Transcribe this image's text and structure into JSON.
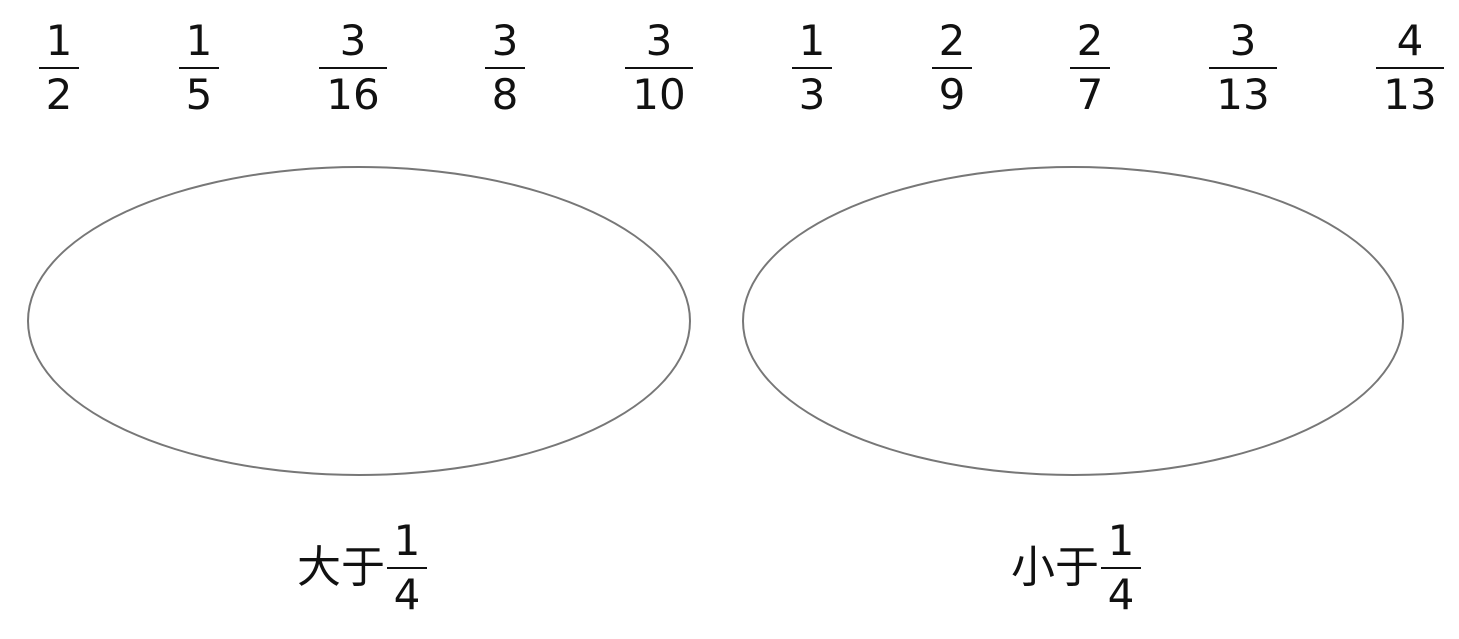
{
  "fractions": [
    {
      "numerator": "1",
      "denominator": "2"
    },
    {
      "numerator": "1",
      "denominator": "5"
    },
    {
      "numerator": "3",
      "denominator": "16"
    },
    {
      "numerator": "3",
      "denominator": "8"
    },
    {
      "numerator": "3",
      "denominator": "10"
    },
    {
      "numerator": "1",
      "denominator": "3"
    },
    {
      "numerator": "2",
      "denominator": "9"
    },
    {
      "numerator": "2",
      "denominator": "7"
    },
    {
      "numerator": "3",
      "denominator": "13"
    },
    {
      "numerator": "4",
      "denominator": "13"
    }
  ],
  "groups": {
    "greater": {
      "text": "大于",
      "numerator": "1",
      "denominator": "4"
    },
    "less": {
      "text": "小于",
      "numerator": "1",
      "denominator": "4"
    }
  },
  "colors": {
    "text": "#111111",
    "ellipse_border": "#777777",
    "background": "#ffffff"
  }
}
